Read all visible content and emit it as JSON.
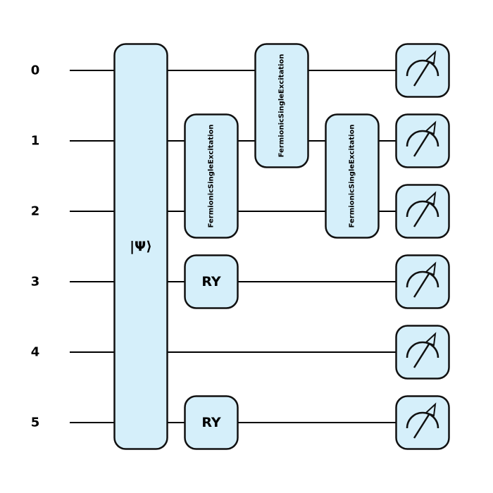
{
  "wires": [
    {
      "label": "0"
    },
    {
      "label": "1"
    },
    {
      "label": "2"
    },
    {
      "label": "3"
    },
    {
      "label": "4"
    },
    {
      "label": "5"
    }
  ],
  "gates": [
    {
      "name": "state-prep-gate",
      "label": "|Ψ⟩",
      "layer": 0,
      "wires": [
        0,
        5
      ],
      "vertical": false,
      "size": "large"
    },
    {
      "name": "fermionic-single-excitation-gate-1",
      "label": "FermionicSingleExcitation",
      "layer": 1,
      "wires": [
        1,
        2
      ],
      "vertical": true,
      "size": "small"
    },
    {
      "name": "ry-gate-wire-3",
      "label": "RY",
      "layer": 1,
      "wires": [
        3,
        3
      ],
      "vertical": false,
      "size": "medium"
    },
    {
      "name": "ry-gate-wire-5",
      "label": "RY",
      "layer": 1,
      "wires": [
        5,
        5
      ],
      "vertical": false,
      "size": "medium"
    },
    {
      "name": "fermionic-single-excitation-gate-2",
      "label": "FermionicSingleExcitation",
      "layer": 2,
      "wires": [
        0,
        1
      ],
      "vertical": true,
      "size": "small"
    },
    {
      "name": "fermionic-single-excitation-gate-3",
      "label": "FermionicSingleExcitation",
      "layer": 3,
      "wires": [
        1,
        2
      ],
      "vertical": true,
      "size": "small"
    }
  ],
  "measurements": {
    "layer": 4,
    "wires": [
      0,
      1,
      2,
      3,
      4,
      5
    ],
    "icon": "measure-meter-icon"
  },
  "colors": {
    "gate_fill": "#d5effa",
    "gate_stroke": "#111111",
    "wire": "#000000"
  }
}
